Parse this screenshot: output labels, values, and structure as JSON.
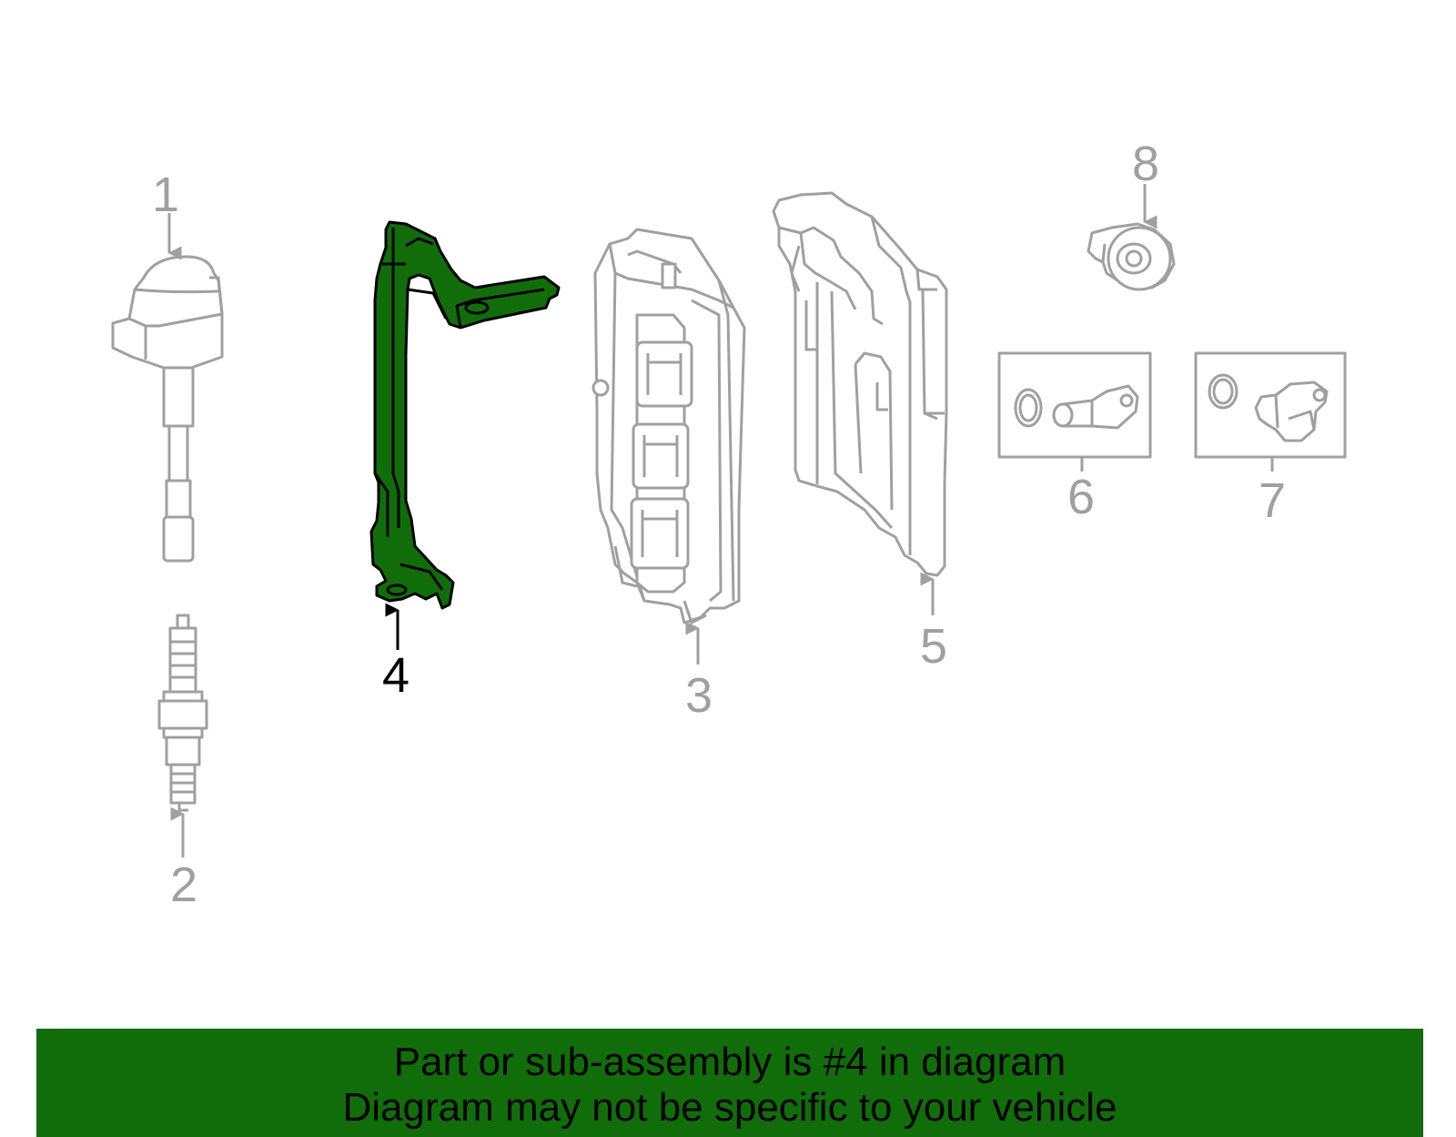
{
  "diagram": {
    "callouts": [
      {
        "id": "1",
        "label": "1",
        "highlighted": false
      },
      {
        "id": "2",
        "label": "2",
        "highlighted": false
      },
      {
        "id": "3",
        "label": "3",
        "highlighted": false
      },
      {
        "id": "4",
        "label": "4",
        "highlighted": true
      },
      {
        "id": "5",
        "label": "5",
        "highlighted": false
      },
      {
        "id": "6",
        "label": "6",
        "highlighted": false
      },
      {
        "id": "7",
        "label": "7",
        "highlighted": false
      },
      {
        "id": "8",
        "label": "8",
        "highlighted": false
      }
    ],
    "colors": {
      "line": "#a0a0a0",
      "highlight_fill": "#116d0a",
      "highlight_stroke": "#000000",
      "banner": "#116d0a"
    }
  },
  "banner": {
    "line1": "Part or sub-assembly is #4 in diagram",
    "line2": "Diagram may not be specific to your vehicle"
  }
}
